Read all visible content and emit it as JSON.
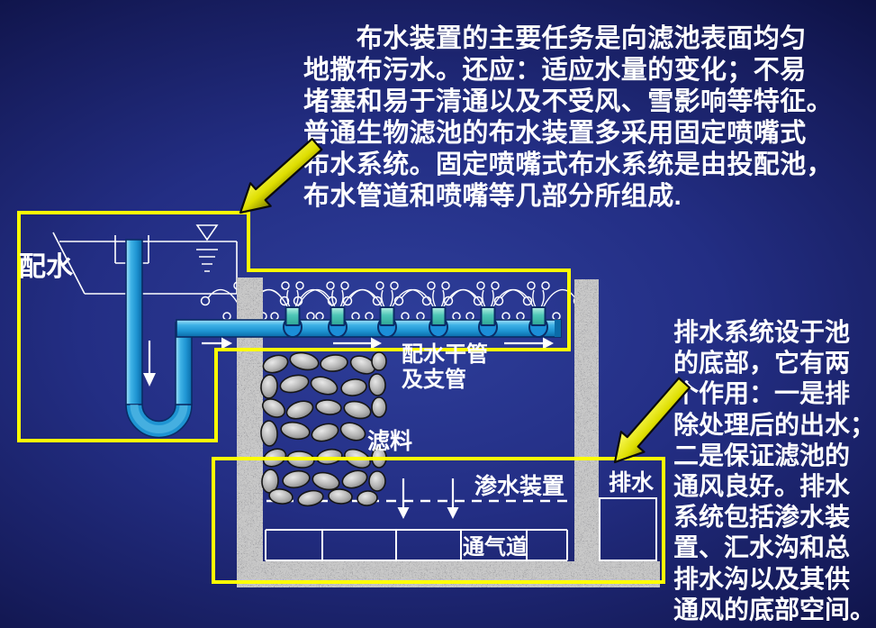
{
  "colors": {
    "highlight_yellow": "#FFFF00",
    "callout_arrow_yellow": "#DEDE00",
    "pipe_blue": "#1E94D2",
    "pipe_outline": "#0A2C66",
    "nozzle_teal": "#4CC6B6",
    "water_blue": "#1B8ED8",
    "wall_gray": "#C9C9C9",
    "stone_gray": "#ABABAB",
    "text_white": "#FFFFFF",
    "background_center": "#2E3E9A",
    "background_edge": "#04051A"
  },
  "intro_paragraph": {
    "lines": [
      "　　布水装置的主要任务是向滤池表面均匀",
      "地撒布污水。还应：适应水量的变化；不易",
      "堵塞和易于清通以及不受风、雪影响等特征。",
      "普通生物滤池的布水装置多采用固定喷嘴式",
      "布水系统。固定喷嘴式布水系统是由投配池，",
      "布水管道和喷嘴等几部分所组成."
    ]
  },
  "drainage_paragraph": {
    "lines": [
      "排水系统设于池",
      "的底部，它有两",
      "个作用：一是排",
      "除处理后的出水；",
      "二是保证滤池的",
      "通风良好。排水",
      "系统包括渗水装",
      "置、汇水沟和总",
      "排水沟以及其供",
      "通风的底部空间。"
    ]
  },
  "diagram": {
    "labels": {
      "distribution_pool": "配水",
      "main_pipe_line1": "配水干管",
      "main_pipe_line2": "及支管",
      "filter_media": "滤料",
      "seepage_device": "渗水装置",
      "vent_channel": "通气道",
      "drainage": "排水"
    }
  }
}
